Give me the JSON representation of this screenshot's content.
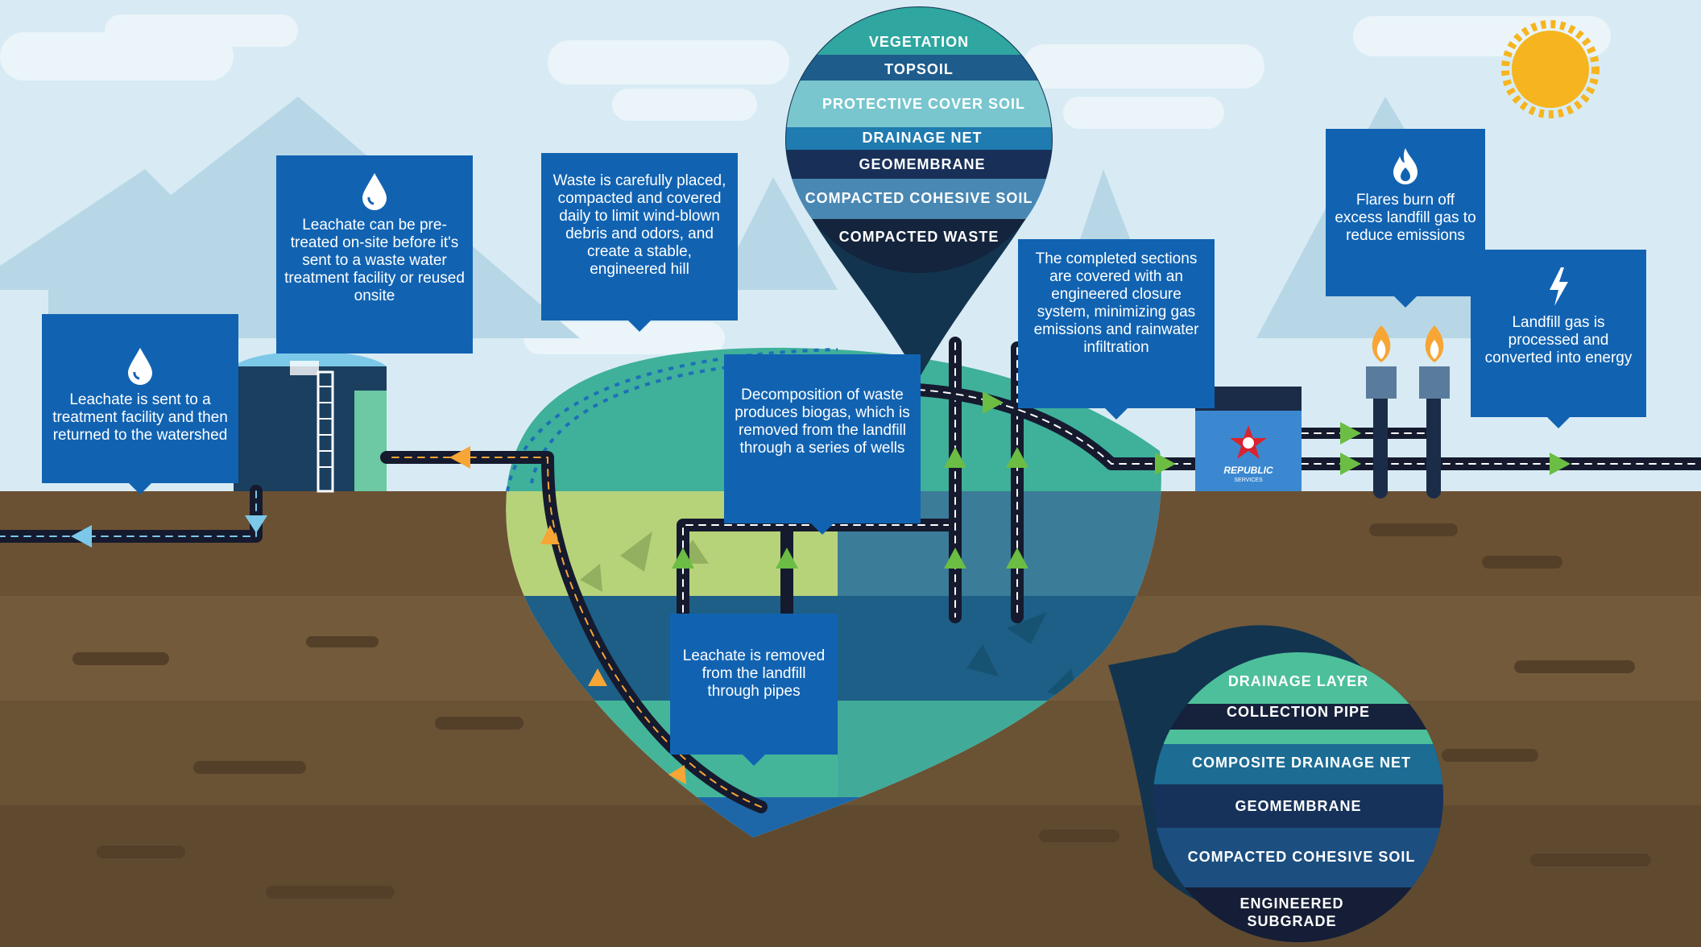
{
  "top_layers": [
    "VEGETATION",
    "TOPSOIL",
    "PROTECTIVE COVER SOIL",
    "DRAINAGE NET",
    "GEOMEMBRANE",
    "COMPACTED COHESIVE SOIL",
    "COMPACTED WASTE"
  ],
  "bottom_layers": [
    "DRAINAGE LAYER",
    "COLLECTION PIPE",
    "COMPOSITE DRAINAGE NET",
    "GEOMEMBRANE",
    "COMPACTED COHESIVE SOIL",
    "ENGINEERED",
    "SUBGRADE"
  ],
  "callouts": {
    "leachate_sent": "Leachate is sent to a treatment facility and then returned to the watershed",
    "leachate_pretreated": "Leachate can be pre-treated on-site before it's sent to a waste water treatment facility or reused onsite",
    "waste_placed": "Waste is carefully placed, compacted and covered daily to limit wind-blown debris and odors, and create a stable, engineered hill",
    "decomposition": "Decomposition of waste produces biogas, which is removed from the landfill through a series of wells",
    "leachate_removed": "Leachate is removed from the landfill through pipes",
    "completed_sections": "The completed sections are covered with an engineered closure system, minimizing gas emissions and rainwater infiltration",
    "flares": "Flares burn off excess landfill gas to reduce emissions",
    "landfill_gas": "Landfill gas is processed and converted into energy"
  },
  "logo": {
    "name": "REPUBLIC",
    "sub": "SERVICES"
  },
  "icons": {
    "water": "water-drop-icon",
    "flame": "flame-icon",
    "bolt": "lightning-bolt-icon"
  },
  "colors": {
    "sky": "#d8ebf4",
    "ground": "#6b5133",
    "callout": "#1163b2",
    "pipe": "#151a2e",
    "leachate_arrow": "#f7a535",
    "gas_arrow": "#6bbd44",
    "water_arrow": "#7cc8e8",
    "sun": "#f6b51e"
  }
}
